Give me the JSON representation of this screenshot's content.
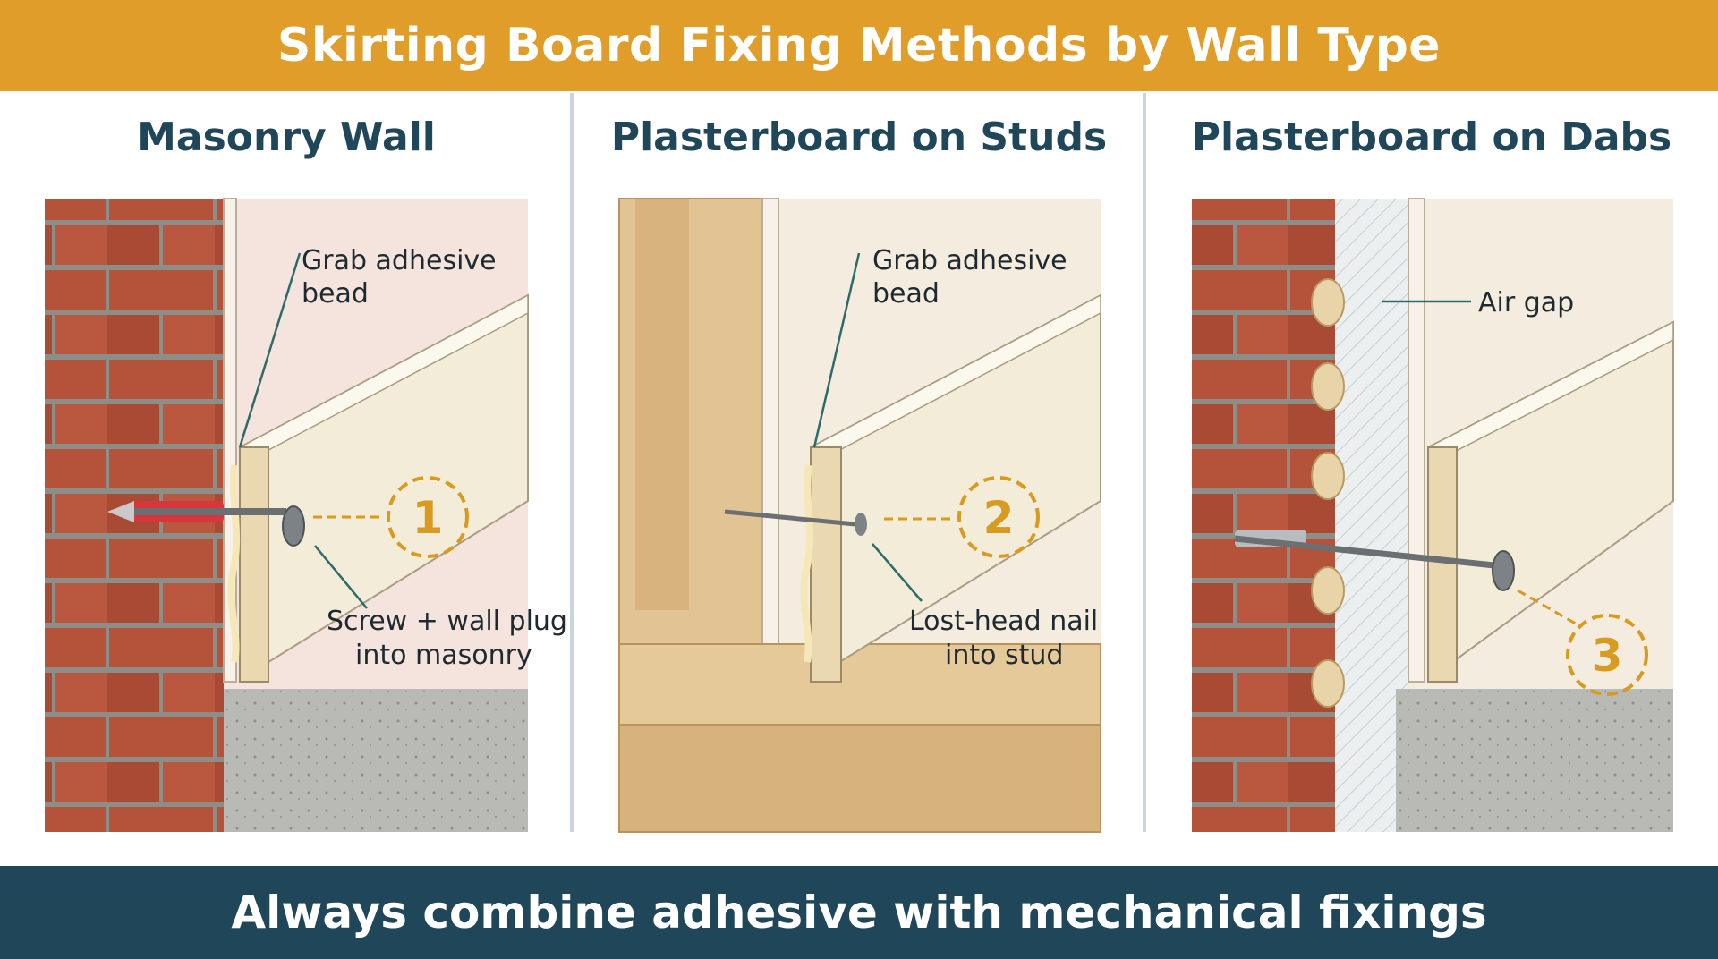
{
  "header": {
    "title": "Skirting Board Fixing Methods by Wall Type"
  },
  "footer": {
    "text": "Always combine adhesive with mechanical fixings"
  },
  "panels": [
    {
      "title": "Masonry Wall",
      "labels": [
        "Grab adhesive",
        "bead",
        "Screw + wall plug",
        "into masonry"
      ],
      "number": "1"
    },
    {
      "title": "Plasterboard on Studs",
      "labels": [
        "Grab adhesive",
        "bead",
        "Lost-head nail",
        "into stud"
      ],
      "number": "2"
    },
    {
      "title": "Plasterboard on Dabs",
      "labels": [
        "Air gap"
      ],
      "number": "3"
    }
  ],
  "colors": {
    "header": "#e09d2a",
    "footer": "#1f4759",
    "brick": "#b4523a",
    "accent": "#d89a1f",
    "leader": "#2b6b6a"
  }
}
